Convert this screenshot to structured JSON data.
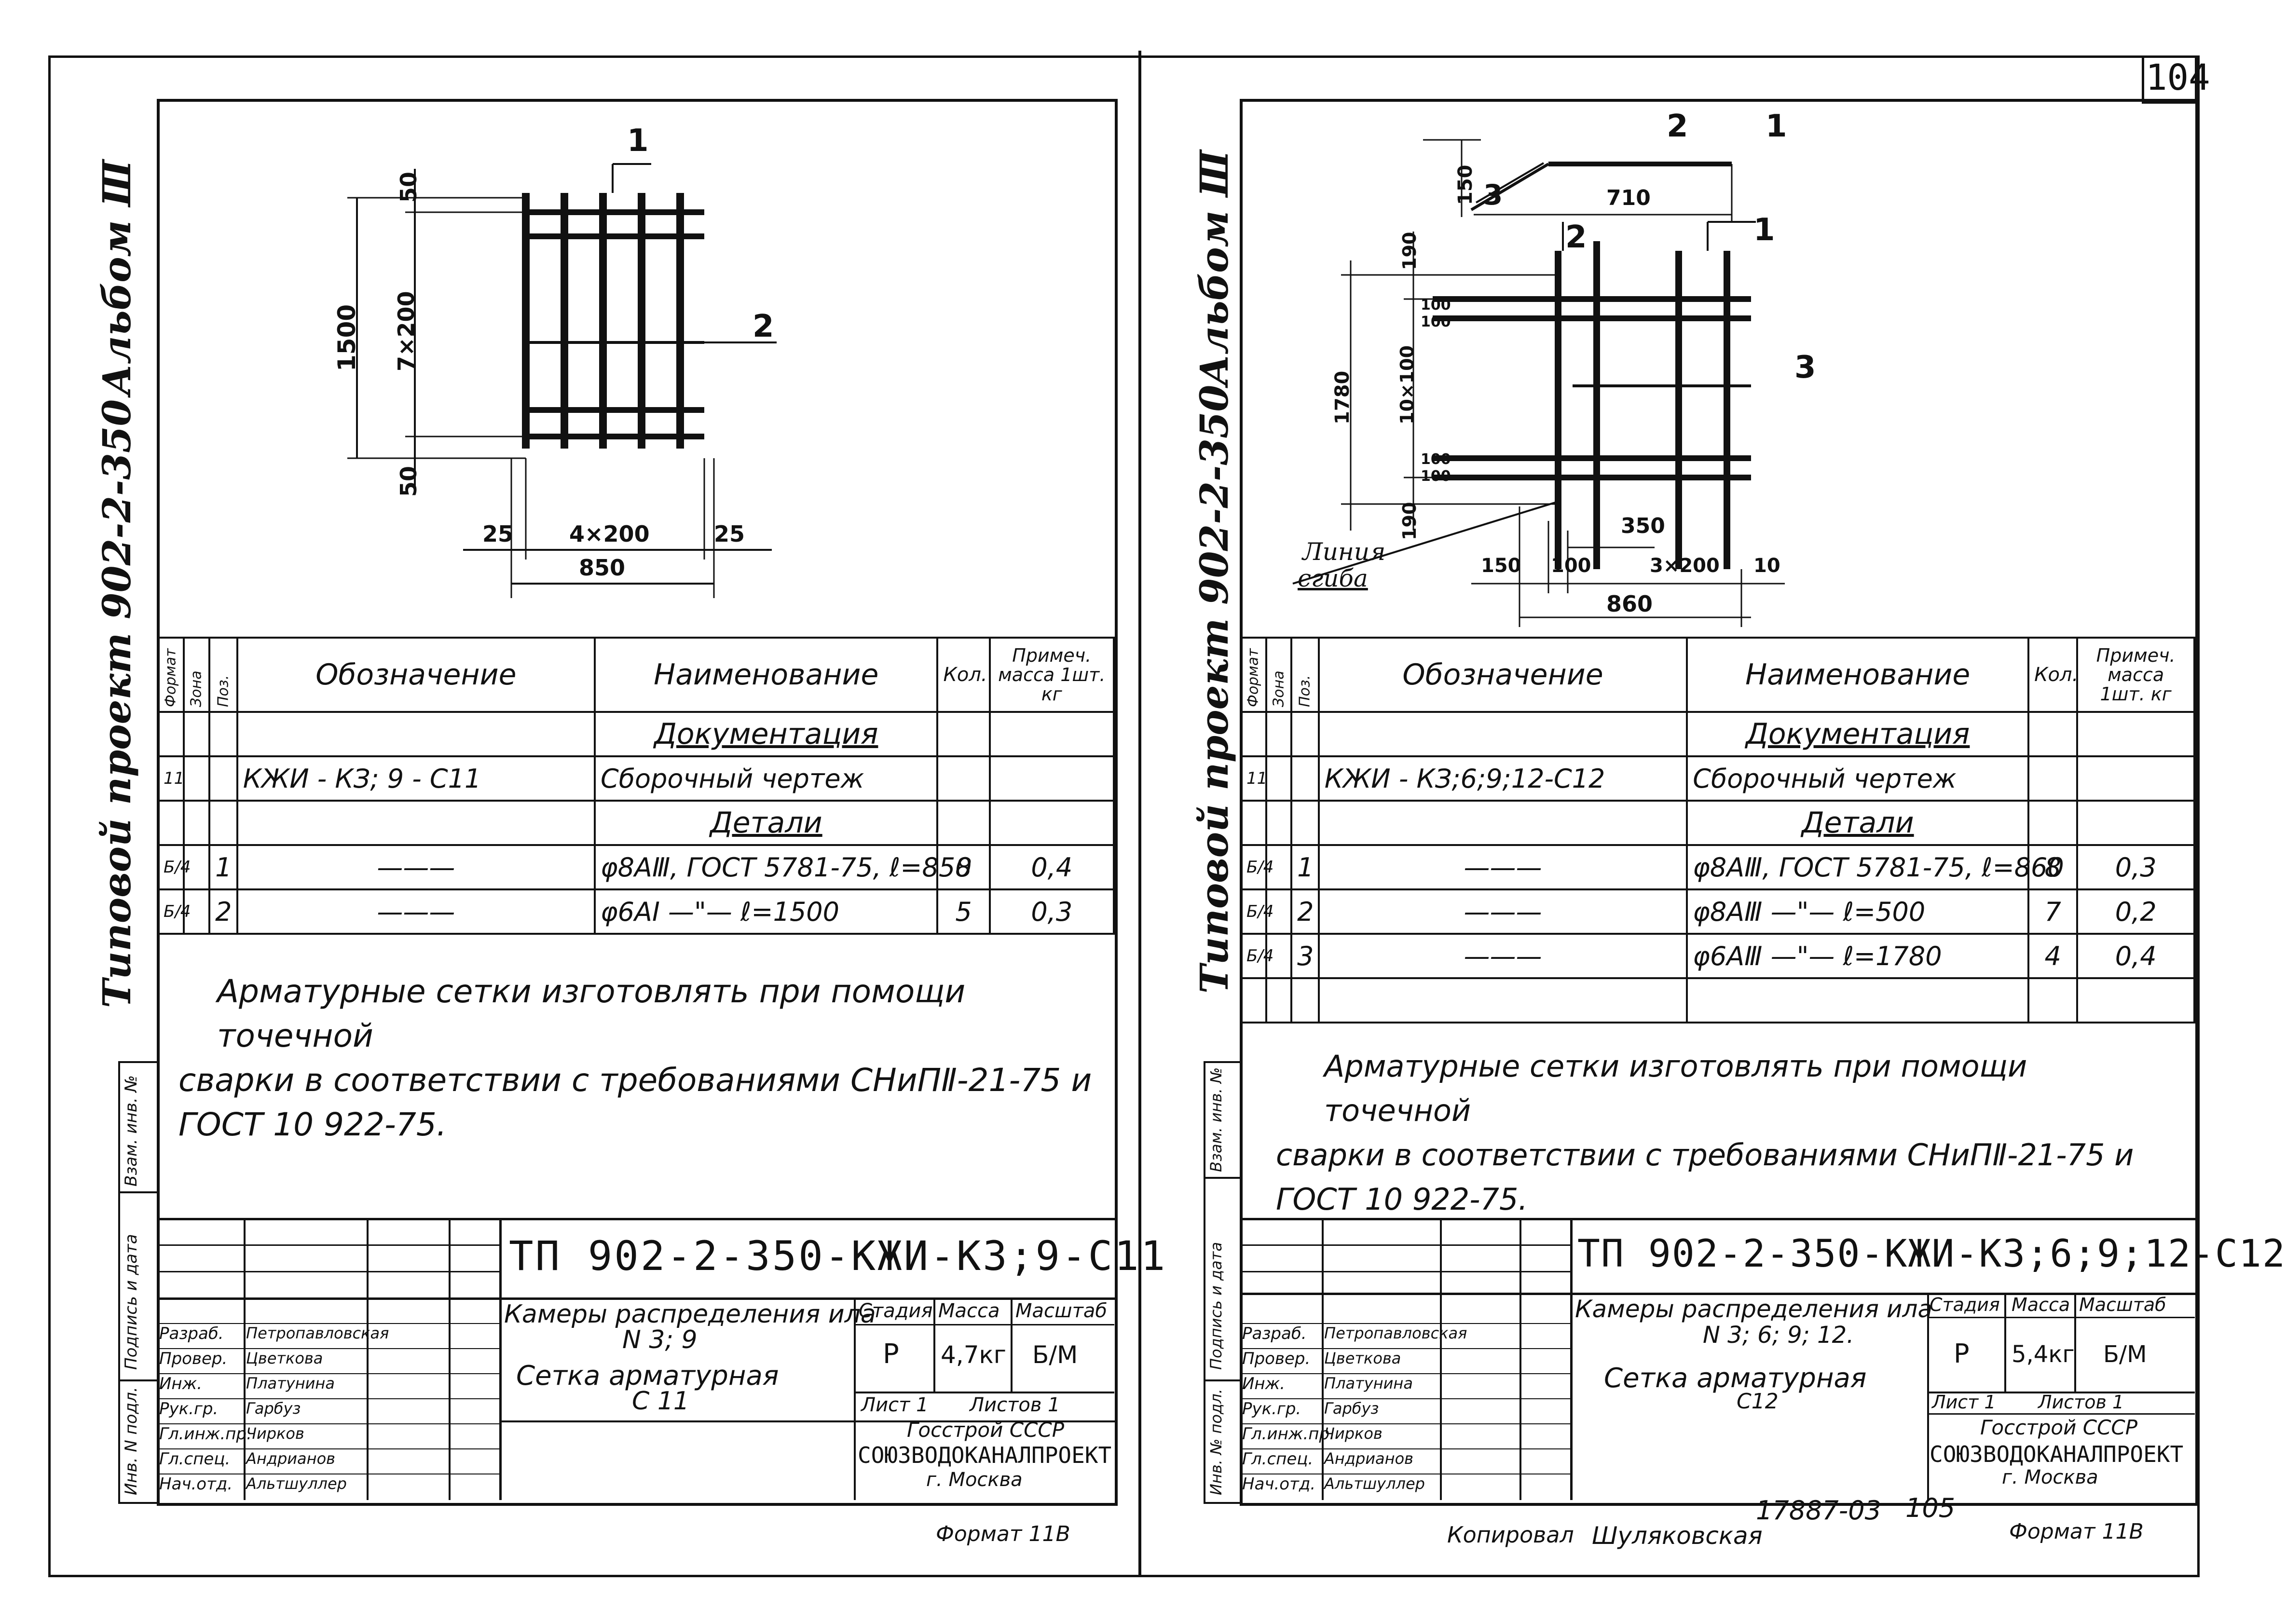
{
  "page_number": "104",
  "left": {
    "album": "Альбом Ⅲ",
    "project": "Типовой проект 902-2-350",
    "inv_labels": [
      "Инв. N подл.",
      "Подпись и дата",
      "Взам. инв. №"
    ],
    "drawing": {
      "dims_vertical": [
        "50",
        "1500",
        "7×200",
        "50"
      ],
      "dims_horizontal": [
        "25",
        "4×200",
        "25",
        "850"
      ],
      "callouts": [
        "1",
        "2"
      ]
    },
    "headers": [
      "Формат",
      "Зона",
      "Поз.",
      "Обозначение",
      "Наименование",
      "Кол.",
      "Примеч. масса 1шт. кг"
    ],
    "rows": [
      {
        "f": "",
        "z": "",
        "p": "",
        "d": "",
        "n": "Документация",
        "k": "",
        "m": "",
        "u": true
      },
      {
        "f": "11",
        "z": "",
        "p": "",
        "d": "КЖИ - КЗ; 9 - С11",
        "n": "Сборочный чертеж",
        "k": "",
        "m": "",
        "u": false
      },
      {
        "f": "",
        "z": "",
        "p": "",
        "d": "",
        "n": "Детали",
        "k": "",
        "m": "",
        "u": true
      },
      {
        "f": "Б/4",
        "z": "",
        "p": "1",
        "d": "———",
        "n": "φ8АⅢ, ГОСТ 5781-75, ℓ=850",
        "k": "8",
        "m": "0,4",
        "u": false
      },
      {
        "f": "Б/4",
        "z": "",
        "p": "2",
        "d": "———",
        "n": "φ6АⅠ —\"— ℓ=1500",
        "k": "5",
        "m": "0,3",
        "u": false
      }
    ],
    "note": [
      "Арматурные сетки изготовлять при помощи точечной",
      "сварки в соответствии с требованиями СНиПⅡ-21-75 и",
      "ГОСТ 10 922-75."
    ],
    "code": "ТП 902-2-350-КЖИ-КЗ;9-С11",
    "title": [
      "Камеры распределения ила",
      "N 3; 9",
      "Сетка арматурная",
      "С 11"
    ],
    "stage_h": [
      "Стадия",
      "Масса",
      "Масштаб"
    ],
    "stage_v": [
      "Р",
      "4,7кг",
      "Б/М"
    ],
    "sheet": "Лист 1",
    "sheets": "Листов 1",
    "org": [
      "Госстрой СССР",
      "СОЮЗВОДОКАНАЛПРОЕКТ",
      "г. Москва"
    ],
    "roles": [
      "Разраб.",
      "Провер.",
      "Инж.",
      "Рук.гр.",
      "Гл.инж.пр.",
      "Гл.спец.",
      "Нач.отд."
    ],
    "names": [
      "Петропавловская",
      "Цветкова",
      "Платунина",
      "Гарбуз",
      "Чирков",
      "Андрианов",
      "Альтшуллер"
    ],
    "format": "Формат 11В"
  },
  "right": {
    "album": "Альбом Ⅲ",
    "project": "Типовой проект 902-2-350",
    "inv_labels": [
      "Инв. № подл.",
      "Подпись и дата",
      "Взам. инв. №"
    ],
    "drawing": {
      "top_dims": [
        "150",
        "710"
      ],
      "dims_vertical": [
        "190",
        "100",
        "100",
        "1780",
        "10×100",
        "100",
        "100",
        "190"
      ],
      "dims_horizontal": [
        "350",
        "150",
        "100",
        "3×200",
        "10",
        "860"
      ],
      "callouts": [
        "2",
        "1",
        "2",
        "1",
        "3",
        "3"
      ],
      "fold_label": [
        "Линия",
        "сгиба"
      ]
    },
    "headers": [
      "Формат",
      "Зона",
      "Поз.",
      "Обозначение",
      "Наименование",
      "Кол.",
      "Примеч. масса 1шт. кг"
    ],
    "rows": [
      {
        "f": "",
        "z": "",
        "p": "",
        "d": "",
        "n": "Документация",
        "k": "",
        "m": "",
        "u": true
      },
      {
        "f": "11",
        "z": "",
        "p": "",
        "d": "КЖИ - КЗ;6;9;12-С12",
        "n": "Сборочный чертеж",
        "k": "",
        "m": "",
        "u": false
      },
      {
        "f": "",
        "z": "",
        "p": "",
        "d": "",
        "n": "Детали",
        "k": "",
        "m": "",
        "u": true
      },
      {
        "f": "Б/4",
        "z": "",
        "p": "1",
        "d": "———",
        "n": "φ8АⅢ, ГОСТ 5781-75, ℓ=860",
        "k": "8",
        "m": "0,3",
        "u": false
      },
      {
        "f": "Б/4",
        "z": "",
        "p": "2",
        "d": "———",
        "n": "φ8АⅢ —\"— ℓ=500",
        "k": "7",
        "m": "0,2",
        "u": false
      },
      {
        "f": "Б/4",
        "z": "",
        "p": "3",
        "d": "———",
        "n": "φ6АⅢ —\"— ℓ=1780",
        "k": "4",
        "m": "0,4",
        "u": false
      },
      {
        "f": "",
        "z": "",
        "p": "",
        "d": "",
        "n": "",
        "k": "",
        "m": "",
        "u": false
      }
    ],
    "note": [
      "Арматурные сетки изготовлять при помощи точечной",
      "сварки в соответствии с требованиями СНиПⅡ-21-75 и",
      "ГОСТ 10 922-75."
    ],
    "code": "ТП 902-2-350-КЖИ-КЗ;6;9;12-С12",
    "title": [
      "Камеры распределения ила",
      "N 3; 6; 9; 12.",
      "Сетка арматурная",
      "С12"
    ],
    "stage_h": [
      "Стадия",
      "Масса",
      "Масштаб"
    ],
    "stage_v": [
      "Р",
      "5,4кг",
      "Б/М"
    ],
    "sheet": "Лист 1",
    "sheets": "Листов 1",
    "org": [
      "Госстрой СССР",
      "СОЮЗВОДОКАНАЛПРОЕКТ",
      "г. Москва"
    ],
    "roles": [
      "Разраб.",
      "Провер.",
      "Инж.",
      "Рук.гр.",
      "Гл.инж.пр.",
      "Гл.спец.",
      "Нач.отд."
    ],
    "names": [
      "Петропавловская",
      "Цветкова",
      "Платунина",
      "Гарбуз",
      "Чирков",
      "Андрианов",
      "Альтшуллер"
    ],
    "copied_label": "Копировал",
    "copied_name": "Шуляковская",
    "order": "17887-03",
    "seq": "105",
    "format": "Формат 11В"
  }
}
